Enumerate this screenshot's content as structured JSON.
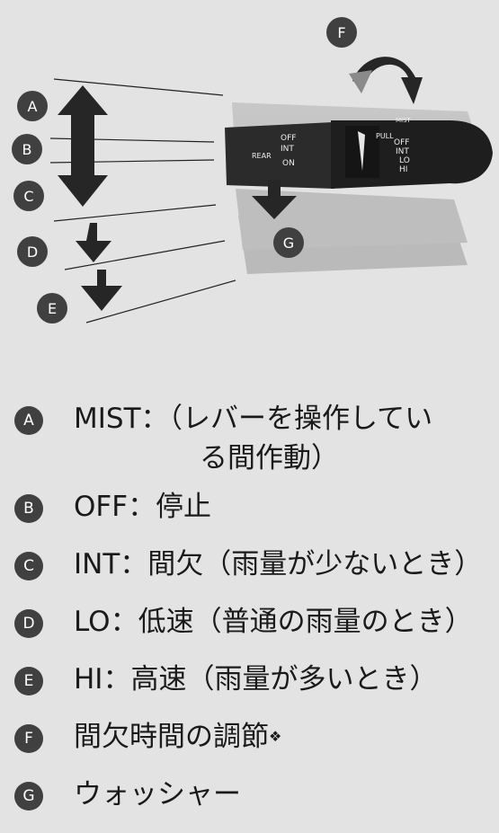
{
  "diagram": {
    "labels": [
      "A",
      "B",
      "C",
      "D",
      "E",
      "F",
      "G"
    ],
    "lever": {
      "rear_label": "REAR",
      "rear_off": "OFF",
      "rear_int": "INT",
      "rear_on": "ON",
      "mist": "MIST",
      "pull": "PULL",
      "off": "OFF",
      "int": "INT",
      "lo": "LO",
      "hi": "HI"
    }
  },
  "legend": [
    {
      "badge": "A",
      "text_line1": "MIST：（レバーを操作してい",
      "text_line2": "る間作動）"
    },
    {
      "badge": "B",
      "text": "OFF：停止"
    },
    {
      "badge": "C",
      "text": "INT：間欠（雨量が少ないとき）"
    },
    {
      "badge": "D",
      "text": "LO：低速（普通の雨量のとき）"
    },
    {
      "badge": "E",
      "text": "HI：高速（雨量が多いとき）"
    },
    {
      "badge": "F",
      "text": "間欠時間の調節",
      "mark": "❖"
    },
    {
      "badge": "G",
      "text": "ウォッシャー"
    }
  ]
}
